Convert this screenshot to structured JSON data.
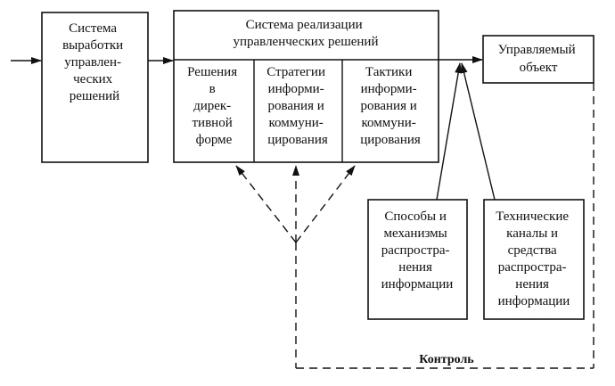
{
  "nodes": {
    "dev_system": {
      "lines": [
        "Система",
        "выработки",
        "управлен-",
        "ческих",
        "решений"
      ]
    },
    "impl_system": {
      "lines": [
        "Система реализации",
        "управленческих решений"
      ]
    },
    "directive": {
      "lines": [
        "Решения",
        "в",
        "дирек-",
        "тивной",
        "форме"
      ]
    },
    "strategies": {
      "lines": [
        "Стратегии",
        "информи-",
        "рования и",
        "коммуни-",
        "цирования"
      ]
    },
    "tactics": {
      "lines": [
        "Тактики",
        "информи-",
        "рования и",
        "коммуни-",
        "цирования"
      ]
    },
    "managed_object": {
      "lines": [
        "Управляемый",
        "объект"
      ]
    },
    "methods": {
      "lines": [
        "Способы и",
        "механизмы",
        "распростра-",
        "нения",
        "информации"
      ]
    },
    "tech_channels": {
      "lines": [
        "Технические",
        "каналы и",
        "средства",
        "распростра-",
        "нения",
        "информации"
      ]
    }
  },
  "feedback": {
    "label": "Контроль"
  }
}
